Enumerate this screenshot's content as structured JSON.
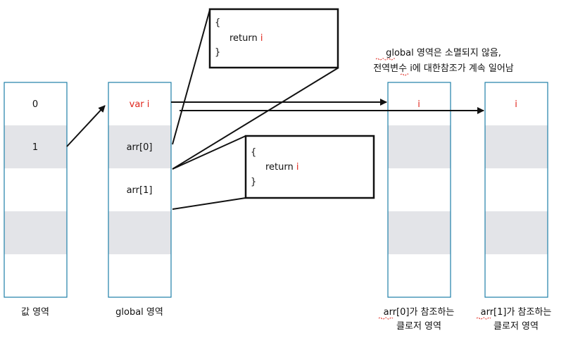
{
  "columns": {
    "value_area": {
      "cells": [
        "0",
        "1",
        "",
        "",
        "",
        ""
      ],
      "caption": "값 영역"
    },
    "global_area": {
      "cells": [
        "var i",
        "arr[0]",
        "arr[1]",
        "",
        "",
        ""
      ],
      "caption": "global 영역"
    },
    "closure0_area": {
      "cells": [
        "i",
        "",
        "",
        "",
        "",
        ""
      ],
      "caption_line1": "arr[0]가 참조하는",
      "caption_line2": "클로저 영역"
    },
    "closure1_area": {
      "cells": [
        "i",
        "",
        "",
        "",
        "",
        ""
      ],
      "caption_line1": "arr[1]가 참조하는",
      "caption_line2": "클로저 영역"
    }
  },
  "function_boxes": [
    {
      "open": "{",
      "body_keyword": "return",
      "body_var": "i",
      "close": "}"
    },
    {
      "open": "{",
      "body_keyword": "return",
      "body_var": "i",
      "close": "}"
    }
  ],
  "annotation": {
    "line1": "global 영역은 소멸되지 않음,",
    "line2": "전역변수 i에 대한참조가 계속 일어남"
  },
  "colors": {
    "column_border": "#1e7fa8",
    "shaded_row": "#e3e4e8",
    "highlight_text": "#e0251b",
    "line": "#111111"
  }
}
